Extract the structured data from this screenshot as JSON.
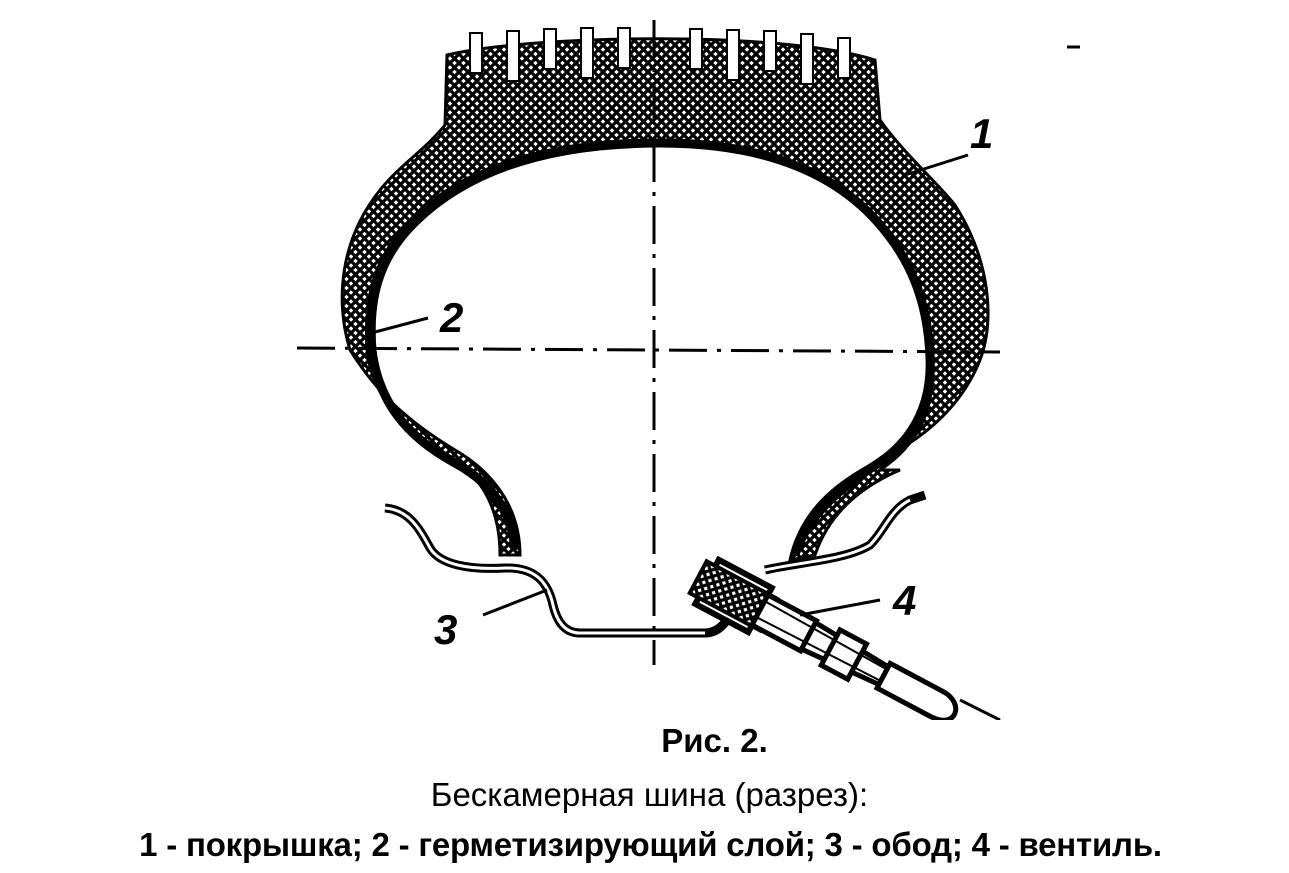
{
  "figure": {
    "callouts": {
      "c1": "1",
      "c2": "2",
      "c3": "3",
      "c4": "4"
    }
  },
  "caption": {
    "title": "Рис. 2.",
    "subtitle": "Бескамерная шина (разрез):",
    "legend": "1 - покрышка; 2 - герметизирующий слой; 3 - обод; 4 - вентиль."
  },
  "colors": {
    "ink": "#000000",
    "paper": "#ffffff"
  }
}
